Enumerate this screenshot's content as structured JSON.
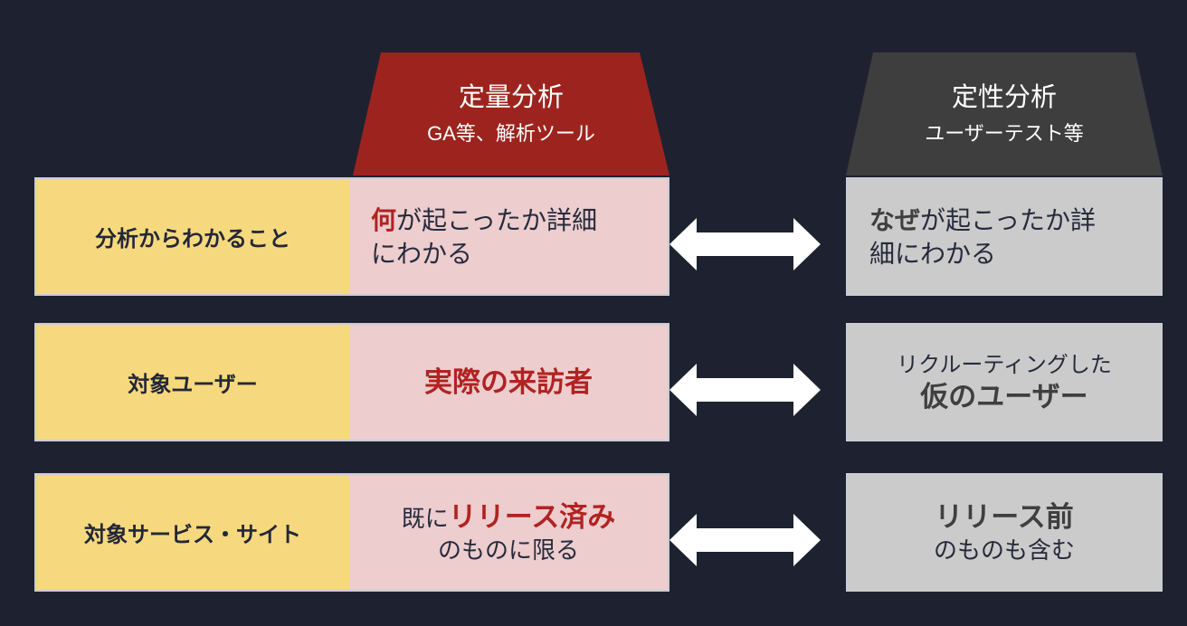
{
  "colors": {
    "background": "#1e2230",
    "quant_header": "#9d241e",
    "qual_header": "#3e3e3e",
    "label_yellow": "#f6d97e",
    "quant_box_pink": "#edcdce",
    "qual_box_gray": "#cbcbcb",
    "accent_red_text": "#b02322",
    "accent_gray_text": "#3f3f3f",
    "body_text_navy": "#262b3c",
    "box_border": "#c9cdd4",
    "arrow_white": "#ffffff"
  },
  "headers": {
    "quant": {
      "title": "定量分析",
      "subtitle": "GA等、解析ツール"
    },
    "qual": {
      "title": "定性分析",
      "subtitle": "ユーザーテスト等"
    }
  },
  "rows": [
    {
      "label": "分析からわかること",
      "quant": {
        "em": "何",
        "rest1": "が起こったか詳細",
        "rest2": "にわかる"
      },
      "qual": {
        "em": "なぜ",
        "rest1": "が起こったか詳",
        "rest2": "細にわかる"
      }
    },
    {
      "label": "対象ユーザー",
      "quant": {
        "em": "実際の来訪者"
      },
      "qual": {
        "pre": "リクルーティングした",
        "em": "仮のユーザー"
      }
    },
    {
      "label": "対象サービス・サイト",
      "quant": {
        "pre": "既に",
        "em": "リリース済み",
        "post": "のものに限る"
      },
      "qual": {
        "em": "リリース前",
        "post": "のものも含む"
      }
    }
  ],
  "icons": {
    "double_arrow": "left-right double-headed arrow"
  }
}
